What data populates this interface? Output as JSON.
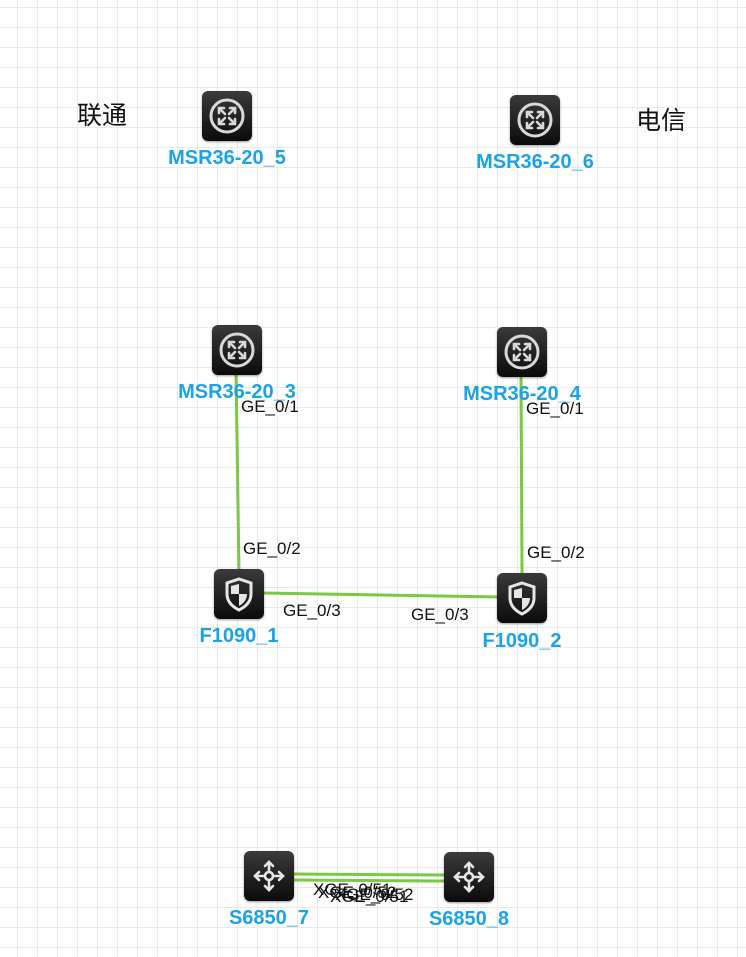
{
  "isp_labels": {
    "unicom": "联通",
    "telecom": "电信"
  },
  "devices": {
    "msr5": {
      "name": "MSR36-20_5",
      "icon": "router-icon"
    },
    "msr6": {
      "name": "MSR36-20_6",
      "icon": "router-icon"
    },
    "msr3": {
      "name": "MSR36-20_3",
      "icon": "router-icon"
    },
    "msr4": {
      "name": "MSR36-20_4",
      "icon": "router-icon"
    },
    "fw1": {
      "name": "F1090_1",
      "icon": "firewall-icon"
    },
    "fw2": {
      "name": "F1090_2",
      "icon": "firewall-icon"
    },
    "sw7": {
      "name": "S6850_7",
      "icon": "switch-icon"
    },
    "sw8": {
      "name": "S6850_8",
      "icon": "switch-icon"
    }
  },
  "links": {
    "msr3_fw1": {
      "a_port": "GE_0/1",
      "b_port": "GE_0/2"
    },
    "msr4_fw2": {
      "a_port": "GE_0/1",
      "b_port": "GE_0/2"
    },
    "fw1_fw2": {
      "a_port": "GE_0/3",
      "b_port": "GE_0/3"
    },
    "sw7_sw8_a": {
      "a_port": "XGE_0/51",
      "b_port": "XGE_0/51"
    },
    "sw7_sw8_b": {
      "a_port": "XGE_0/52",
      "b_port": "XGE_0/52"
    }
  },
  "colors": {
    "link": "#7ac943",
    "device_label": "#1aa3e8",
    "icon_bg": "#1e1e1e"
  }
}
